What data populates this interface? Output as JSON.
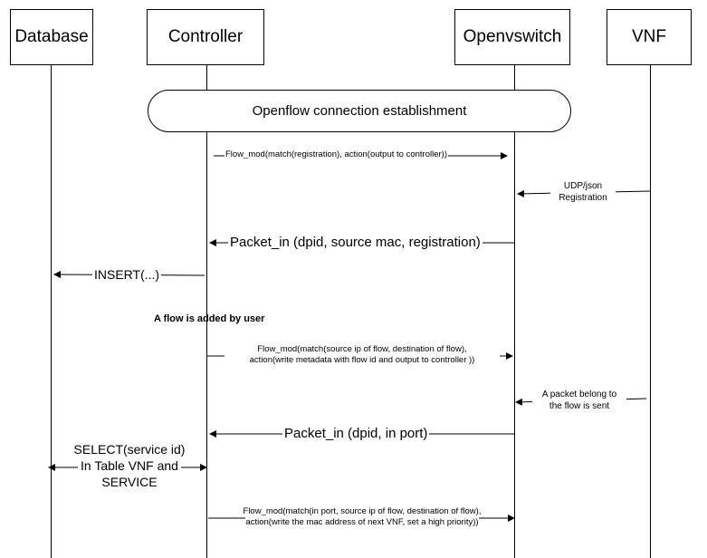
{
  "participants": {
    "database": "Database",
    "controller": "Controller",
    "openvswitch": "Openvswitch",
    "vnf": "VNF"
  },
  "banner": "Openflow connection establishment",
  "messages": {
    "flowmod_registration": "Flow_mod(match(registration), action(output to controller))",
    "udp_json_line1": "UDP/json",
    "udp_json_line2": "Registration",
    "packet_in_registration": "Packet_in (dpid, source mac, registration)",
    "insert": "INSERT(...)",
    "flowmod_metadata_line1": "Flow_mod(match(source ip of flow, destination of flow),",
    "flowmod_metadata_line2": "action(write metadata with flow id and output to controller ))",
    "packet_flow_line1": "A packet belong to",
    "packet_flow_line2": "the flow is sent",
    "packet_in_port": "Packet_in (dpid, in port)",
    "select_line1": "SELECT(service id)",
    "select_line2": "In Table VNF and",
    "select_line3": "SERVICE",
    "flowmod_next_vnf_line1": "Flow_mod(match(in port, source ip of flow, destination of flow),",
    "flowmod_next_vnf_line2": "action(write the mac address of next VNF, set a high priority))"
  },
  "note": "A flow is added by user"
}
